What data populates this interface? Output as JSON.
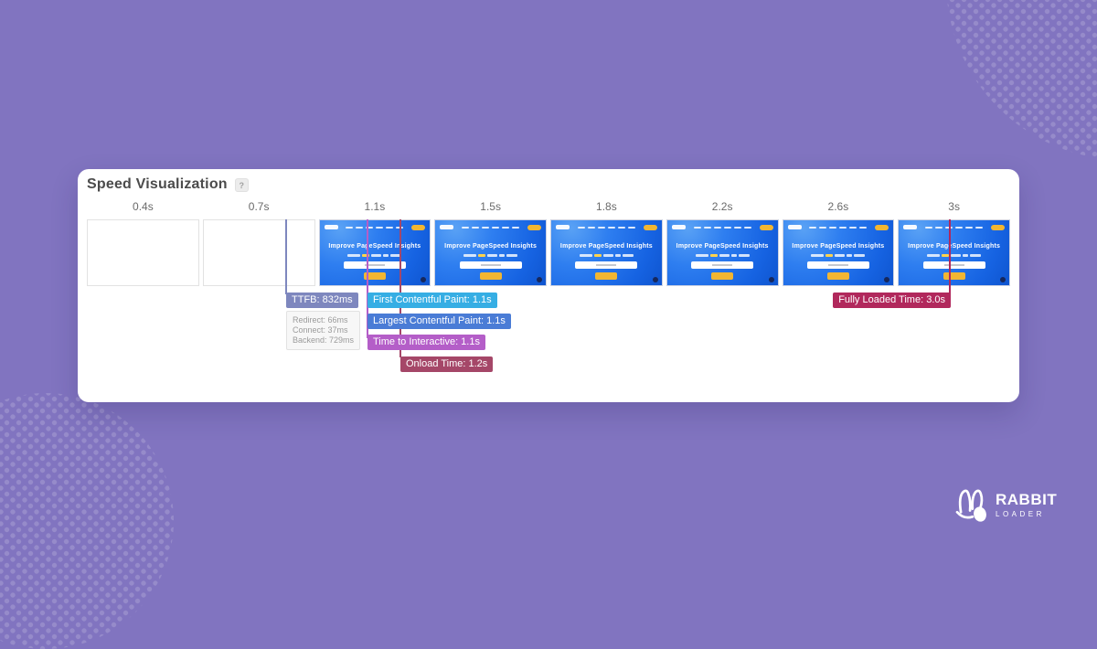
{
  "page": {
    "background_color": "#8174C0"
  },
  "card": {
    "title": "Speed Visualization",
    "help_label": "?"
  },
  "timeline": {
    "labels": [
      "0.4s",
      "0.7s",
      "1.1s",
      "1.5s",
      "1.8s",
      "2.2s",
      "2.6s",
      "3s"
    ]
  },
  "filmstrip": {
    "frames": [
      {
        "time": "0.4s",
        "type": "blank"
      },
      {
        "time": "0.7s",
        "type": "blank"
      },
      {
        "time": "1.1s",
        "type": "screenshot"
      },
      {
        "time": "1.5s",
        "type": "screenshot"
      },
      {
        "time": "1.8s",
        "type": "screenshot"
      },
      {
        "time": "2.2s",
        "type": "screenshot"
      },
      {
        "time": "2.6s",
        "type": "screenshot"
      },
      {
        "time": "3s",
        "type": "screenshot"
      }
    ],
    "screenshot": {
      "heading": "Improve PageSpeed Insights",
      "button_color": "#F2B632",
      "background_color": "#1E6BE8"
    }
  },
  "metrics": {
    "ttfb": {
      "label": "TTFB: 832ms",
      "color": "#7E87BE",
      "details": [
        "Redirect: 66ms",
        "Connect: 37ms",
        "Backend: 729ms"
      ]
    },
    "fcp": {
      "label": "First Contentful Paint: 1.1s",
      "color": "#36AEE4"
    },
    "lcp": {
      "label": "Largest Contentful Paint: 1.1s",
      "color": "#4A7CD6"
    },
    "tti": {
      "label": "Time to Interactive: 1.1s",
      "color": "#B45EC8"
    },
    "onload": {
      "label": "Onload Time: 1.2s",
      "color": "#A54768"
    },
    "fully_loaded": {
      "label": "Fully Loaded Time: 3.0s",
      "color": "#B1285C"
    }
  },
  "brand": {
    "name_line1": "RABBIT",
    "name_line2": "LOADER"
  }
}
